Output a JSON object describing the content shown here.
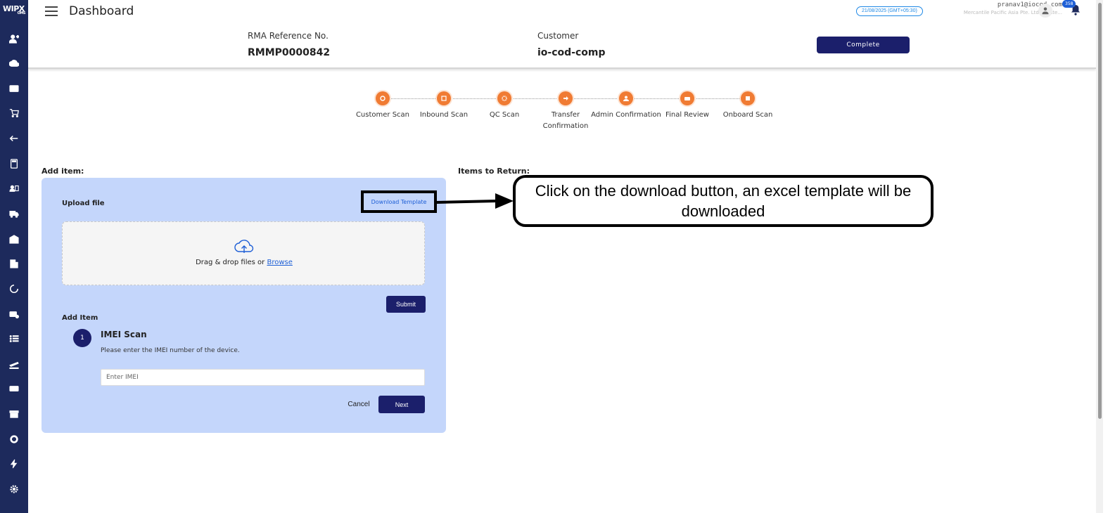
{
  "app": {
    "logo_text": "WIPX",
    "logo_sub": "OMS"
  },
  "header": {
    "title": "Dashboard",
    "date": "21/08/2025 (GMT+05:30)",
    "user_email": "pranav1@iocod.com",
    "user_org": "Mercantile Pacific Asia Pte. Ltd. (Syste...",
    "notification_count": "358"
  },
  "rma": {
    "ref_label": "RMA Reference No.",
    "ref_value": "RMMP0000842",
    "customer_label": "Customer",
    "customer_value": "io-cod-comp",
    "complete_label": "Complete"
  },
  "steps": [
    {
      "label": "Customer Scan",
      "icon": "refresh-icon"
    },
    {
      "label": "Inbound Scan",
      "icon": "scan-icon"
    },
    {
      "label": "QC Scan",
      "icon": "gear-icon"
    },
    {
      "label": "Transfer Confirmation",
      "icon": "arrow-right-icon"
    },
    {
      "label": "Admin Confirmation",
      "icon": "admin-icon"
    },
    {
      "label": "Final Review",
      "icon": "review-icon"
    },
    {
      "label": "Onboard Scan",
      "icon": "box-icon"
    }
  ],
  "add_item": {
    "section_label": "Add item:",
    "upload_label": "Upload file",
    "download_label": "Download Template",
    "drop_text": "Drag & drop files or ",
    "browse_label": "Browse",
    "submit_label": "Submit",
    "add_item_label": "Add Item",
    "step_number": "1",
    "imei_title": "IMEI Scan",
    "imei_desc": "Please enter the IMEI number of the device.",
    "imei_placeholder": "Enter IMEI",
    "cancel_label": "Cancel",
    "next_label": "Next"
  },
  "return": {
    "section_label": "Items to Return:"
  },
  "annotation": {
    "text": "Click on the download button, an excel template will be downloaded"
  },
  "colors": {
    "sidebar": "#1d2a5c",
    "primary_button": "#1b1f6b",
    "step_orange": "#f07b33",
    "card_bg": "#c4d6fb",
    "link_blue": "#1e5fd6"
  }
}
